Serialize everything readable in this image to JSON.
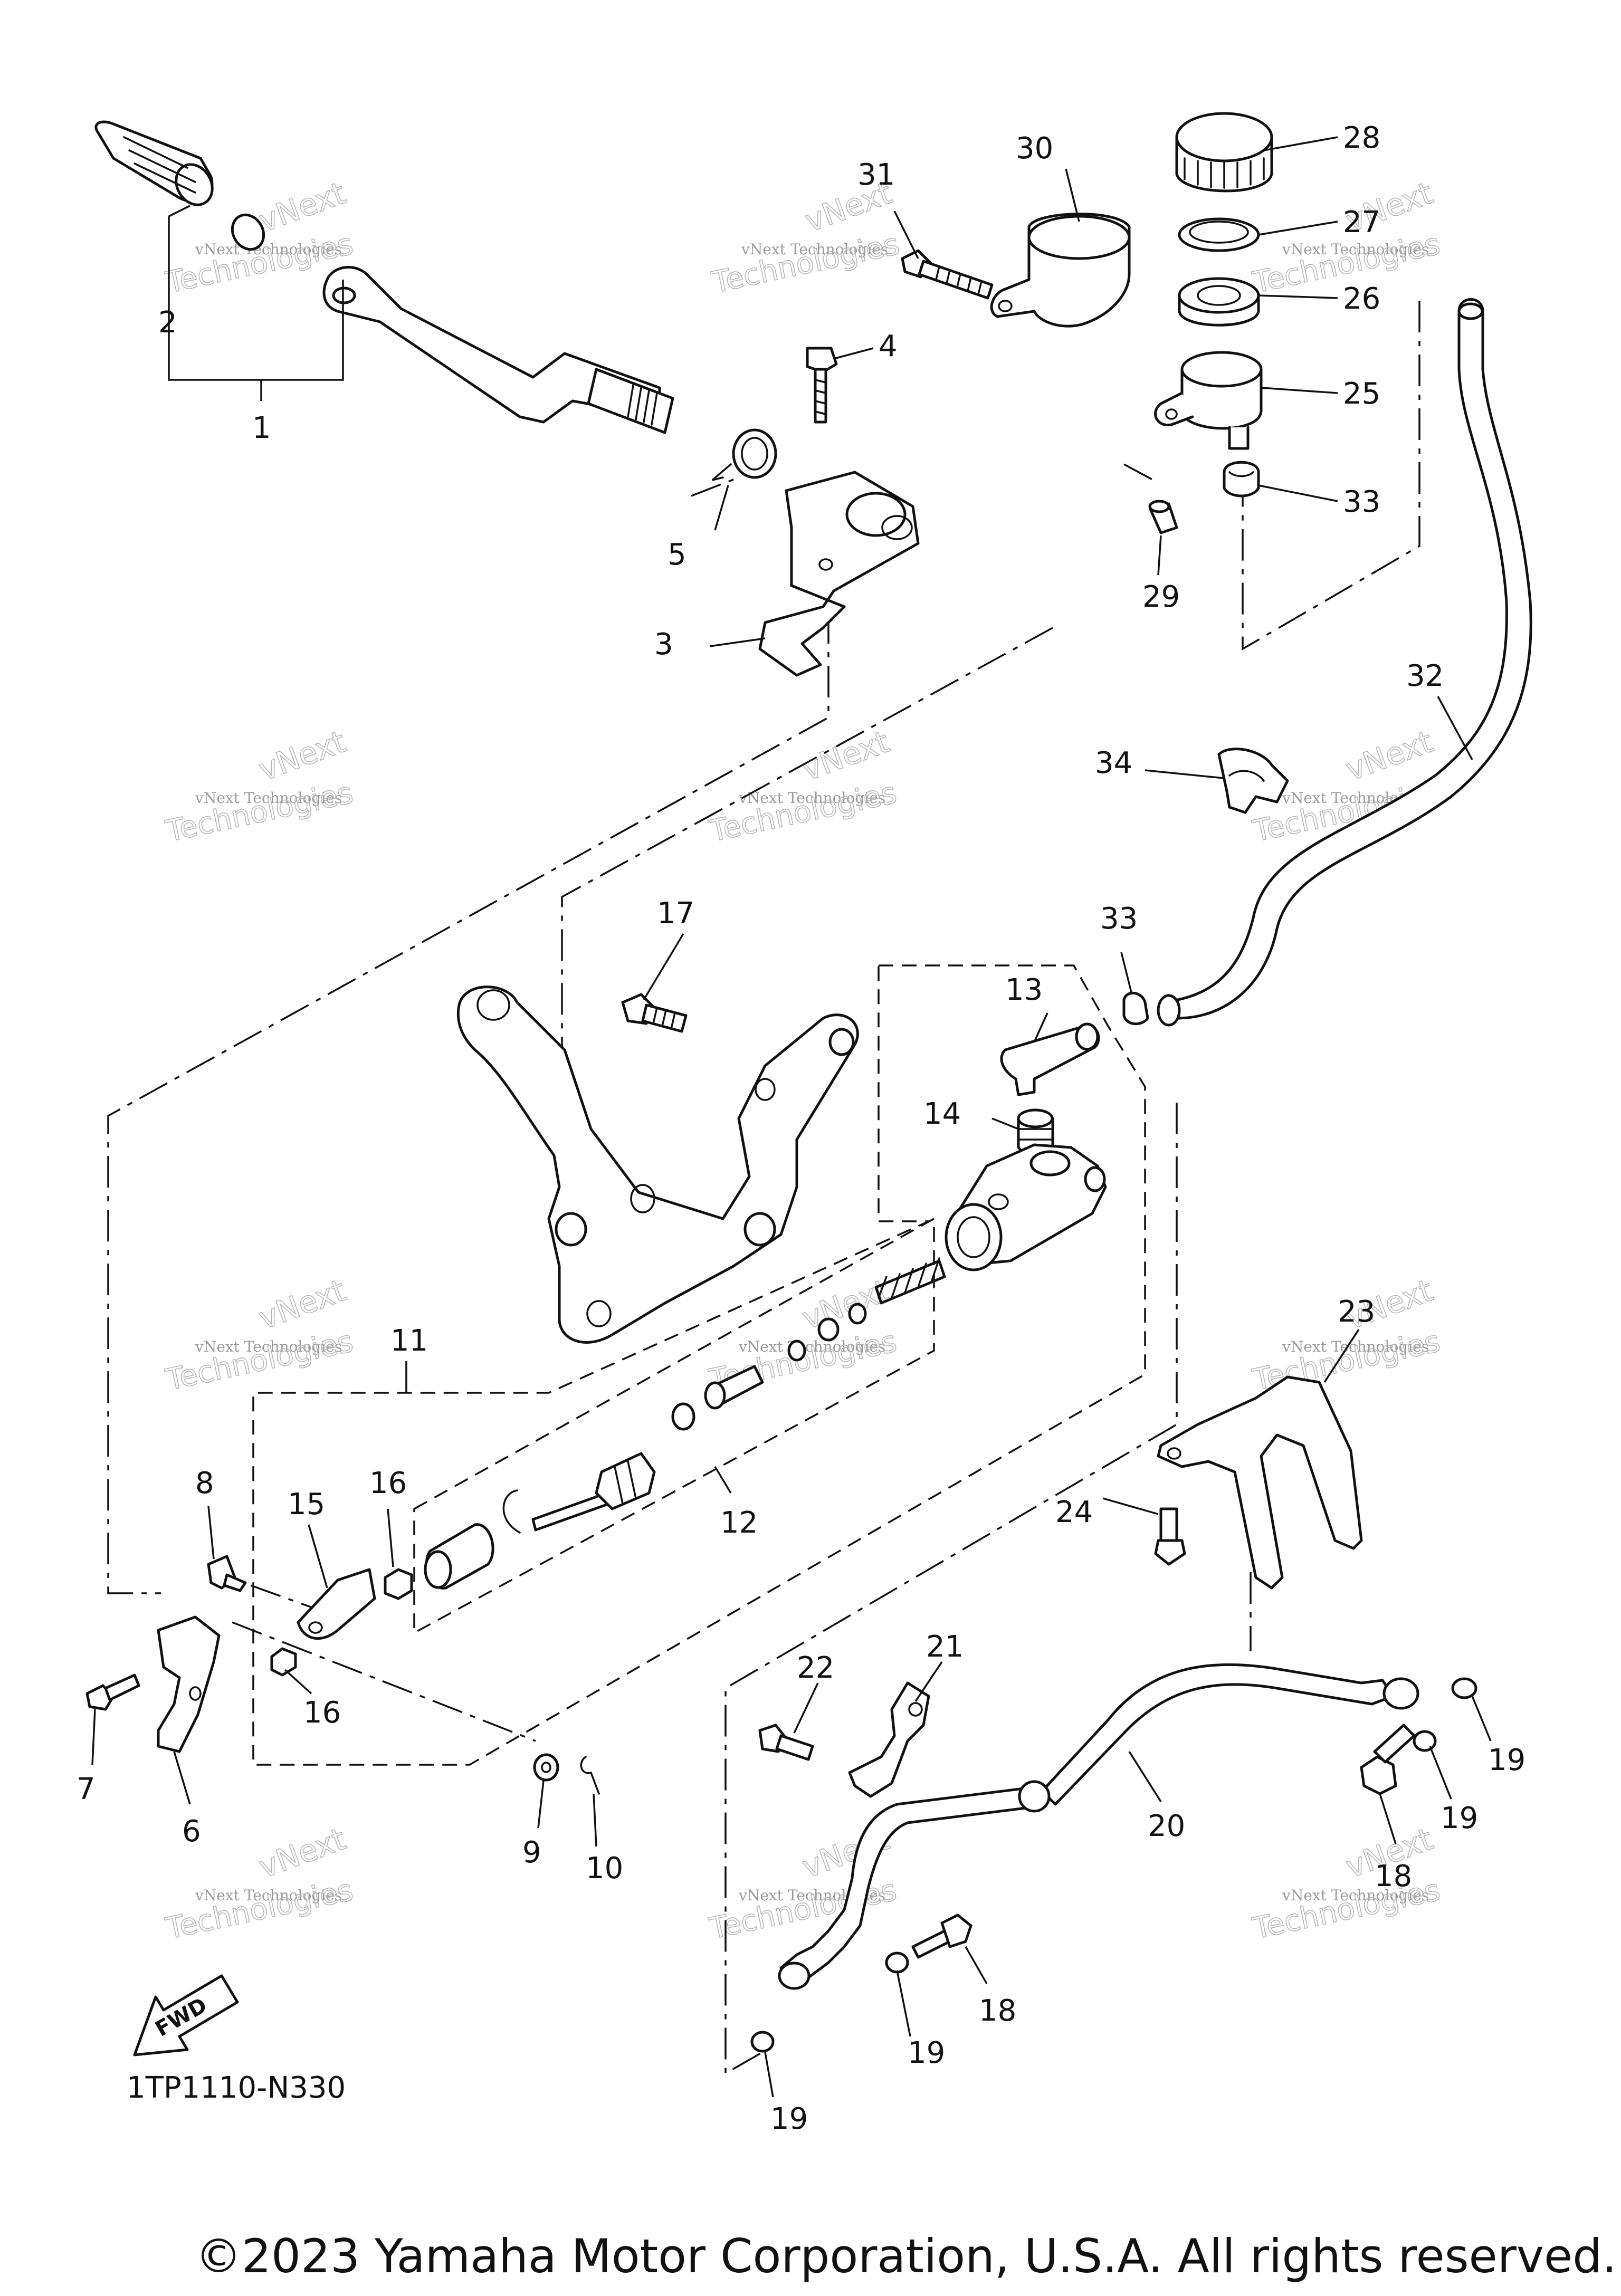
{
  "drawing_code": "1TP1110-N330",
  "copyright": "©2023 Yamaha Motor Corporation, U.S.A. All rights reserved.",
  "fwd_label": "FWD",
  "watermark": {
    "line1": "vNext",
    "line2": "vNext Technologies",
    "line3": "Technologies"
  },
  "callouts": [
    "1",
    "2",
    "3",
    "4",
    "5",
    "6",
    "7",
    "8",
    "9",
    "10",
    "11",
    "12",
    "13",
    "14",
    "15",
    "16",
    "16",
    "17",
    "18",
    "18",
    "19",
    "19",
    "19",
    "19",
    "20",
    "21",
    "22",
    "23",
    "24",
    "25",
    "26",
    "27",
    "28",
    "29",
    "30",
    "31",
    "32",
    "33",
    "33",
    "34"
  ]
}
